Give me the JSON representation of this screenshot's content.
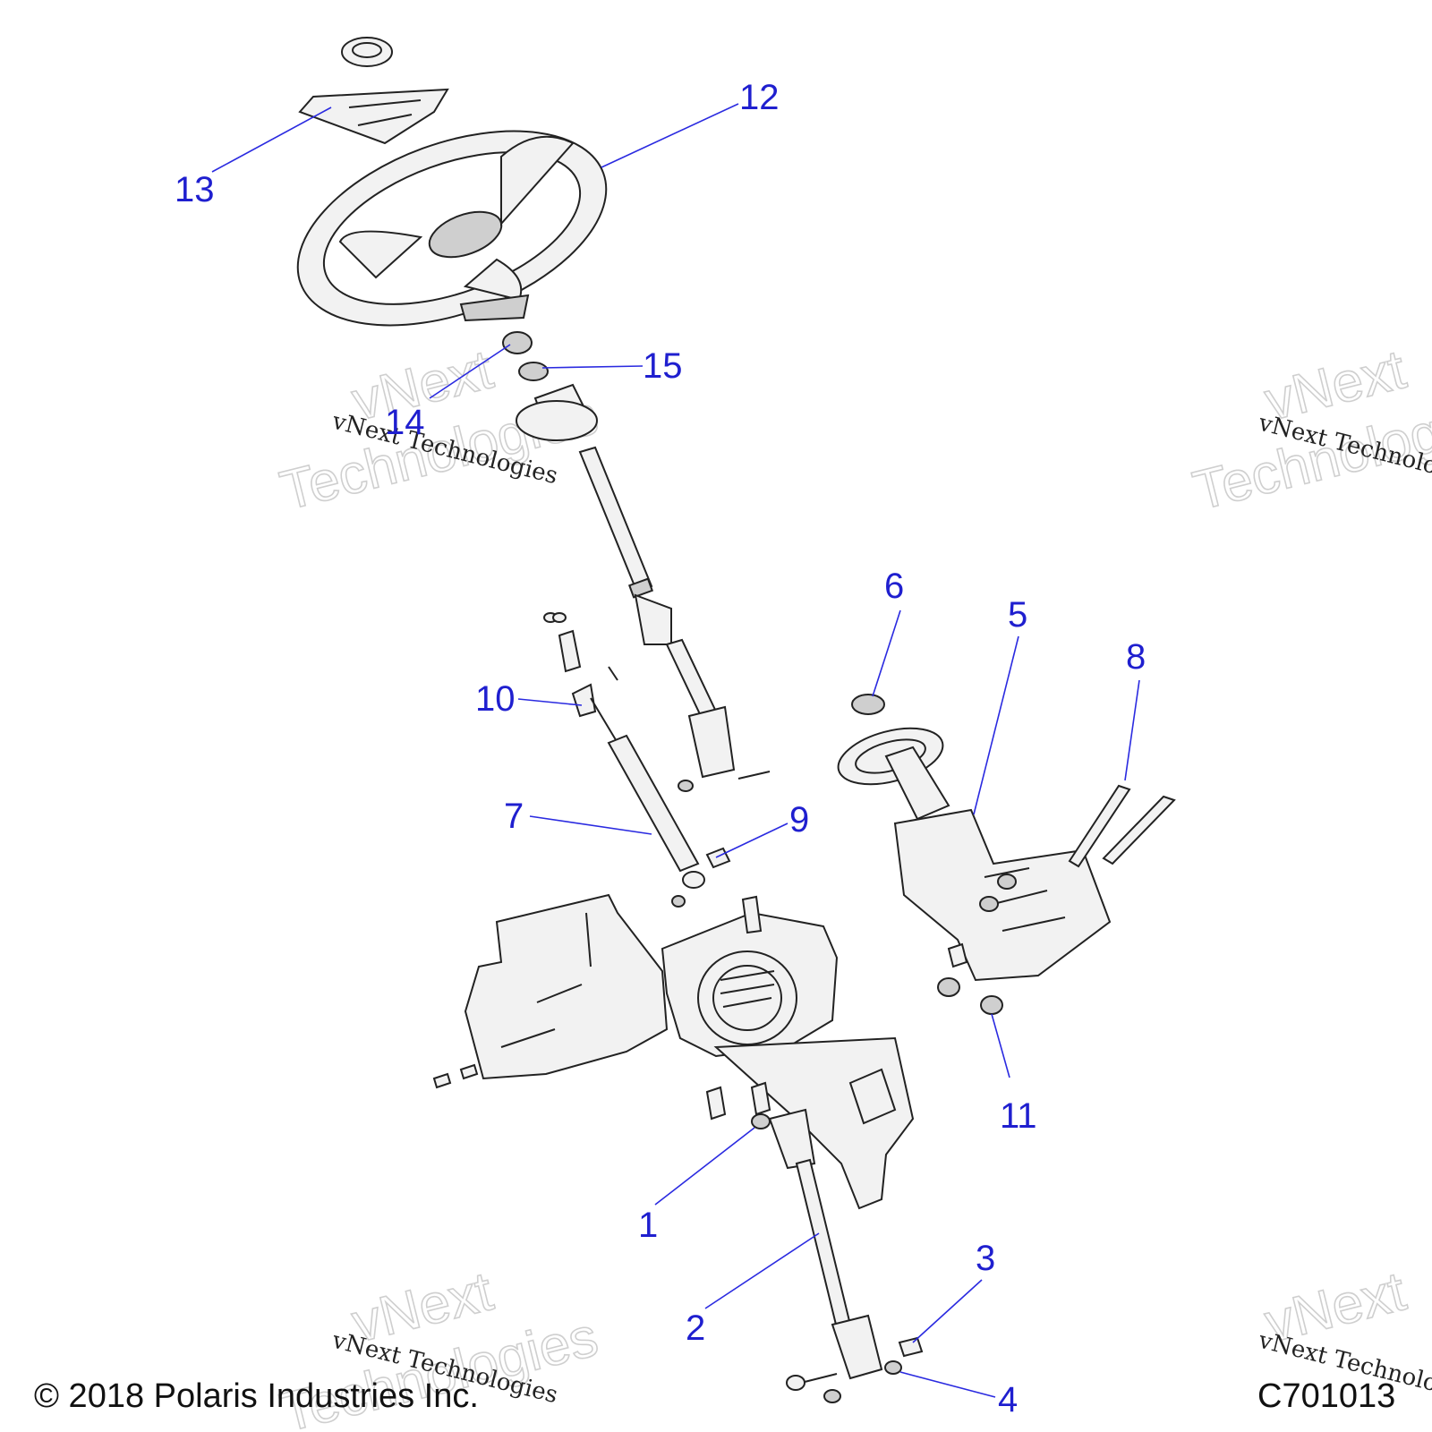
{
  "copyright": "© 2018 Polaris Industries Inc.",
  "figure_id": "C701013",
  "watermark": {
    "line1": "vNext",
    "line2": "Technologies",
    "mono": "vNext Technologies"
  },
  "callouts": [
    "1",
    "2",
    "3",
    "4",
    "5",
    "6",
    "7",
    "8",
    "9",
    "10",
    "11",
    "12",
    "13",
    "14",
    "15"
  ],
  "colors": {
    "callout": "#1f1fcf",
    "leader": "#2a2ae0",
    "ink": "#222222"
  }
}
